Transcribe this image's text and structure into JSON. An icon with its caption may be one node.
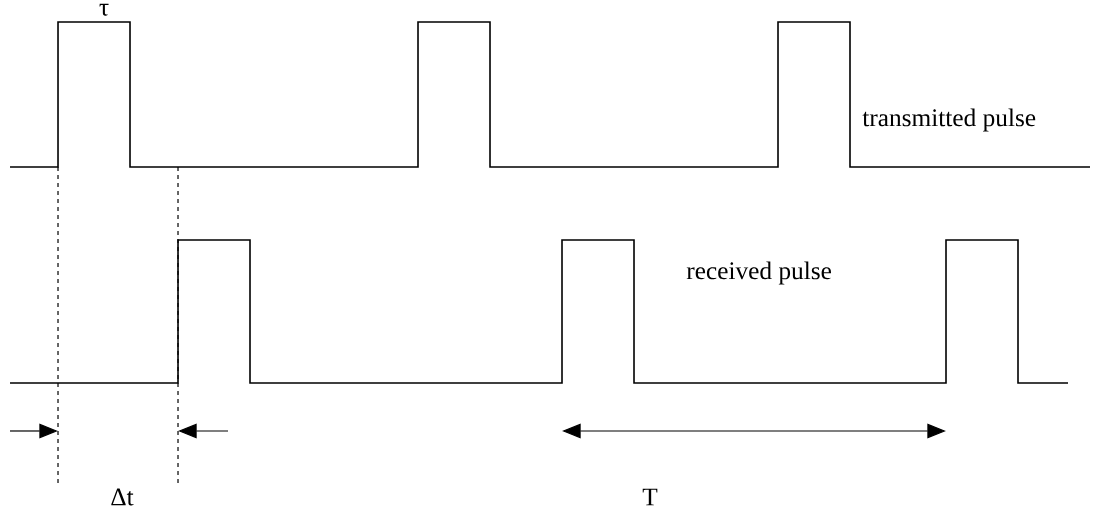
{
  "diagram": {
    "labels": [
      "τ",
      "transmitted pulse",
      "received pulse",
      "Δt",
      "T"
    ]
  }
}
